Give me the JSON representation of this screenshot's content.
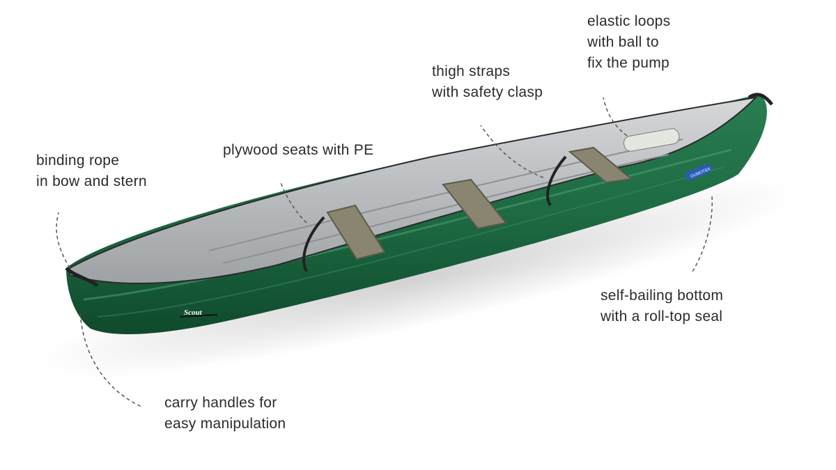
{
  "product": {
    "model_logo": "Scout",
    "brand_badge": "GUMOTEX",
    "colors": {
      "hull": "#1f6b45",
      "interior": "#b9bcbe",
      "seat": "#8a8570",
      "text": "#2b2b2b"
    }
  },
  "annotations": {
    "elastic_loops": [
      "elastic loops",
      "with ball to",
      "fix the pump"
    ],
    "thigh_straps": [
      "thigh straps",
      "with safety clasp"
    ],
    "plywood_seats": [
      "plywood seats with PE"
    ],
    "binding_rope": [
      "binding rope",
      "in bow and stern"
    ],
    "self_bailing": [
      "self-bailing bottom",
      "with a roll-top seal"
    ],
    "carry_handles": [
      "carry handles for",
      "easy manipulation"
    ]
  }
}
